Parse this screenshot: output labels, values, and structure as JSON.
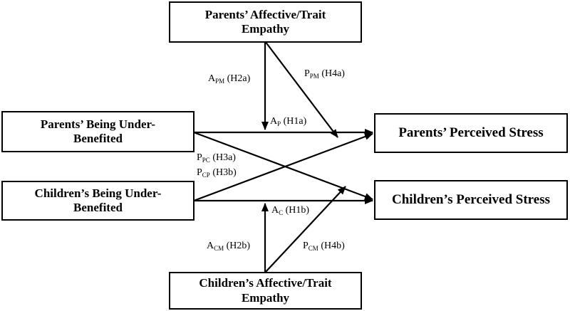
{
  "nodes": {
    "parents_empathy": "Parents’ Affective/Trait Empathy",
    "parents_underbenefited": "Parents’ Being Under-Benefited",
    "children_underbenefited": "Children’s Being Under-Benefited",
    "children_empathy": "Children’s Affective/Trait Empathy",
    "parents_stress": "Parents’ Perceived Stress",
    "children_stress": "Children’s Perceived Stress"
  },
  "paths": {
    "apm": {
      "sym": "A",
      "sub": "PM",
      "hyp": "(H2a)"
    },
    "ppm": {
      "sym": "P",
      "sub": "PM",
      "hyp": "(H4a)"
    },
    "ap": {
      "sym": "A",
      "sub": "P",
      "hyp": "(H1a)"
    },
    "ppc": {
      "sym": "P",
      "sub": "PC",
      "hyp": "(H3a)"
    },
    "pcp": {
      "sym": "P",
      "sub": "CP",
      "hyp": "(H3b)"
    },
    "ac": {
      "sym": "A",
      "sub": "C",
      "hyp": "(H1b)"
    },
    "acm": {
      "sym": "A",
      "sub": "CM",
      "hyp": "(H2b)"
    },
    "pcm": {
      "sym": "P",
      "sub": "CM",
      "hyp": "(H4b)"
    }
  }
}
